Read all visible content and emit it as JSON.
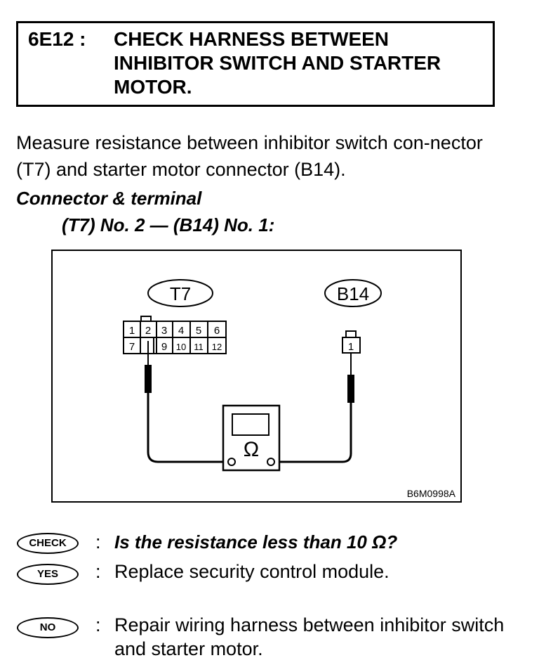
{
  "header": {
    "code": "6E12 :",
    "title": "CHECK HARNESS BETWEEN INHIBITOR SWITCH AND STARTER MOTOR."
  },
  "intro": "Measure resistance between inhibitor switch con-nector (T7) and starter motor connector (B14).",
  "connector": {
    "heading": "Connector & terminal",
    "terminals": "(T7) No. 2 — (B14) No. 1:"
  },
  "diagram": {
    "left_connector_label": "T7",
    "right_connector_label": "B14",
    "left_pins_row1": [
      "1",
      "2",
      "3",
      "4",
      "5",
      "6"
    ],
    "left_pins_row2": [
      "7",
      "",
      "9",
      "10",
      "11",
      "12"
    ],
    "right_pins": [
      "1"
    ],
    "meter_symbol": "Ω",
    "figure_code": "B6M0998A"
  },
  "steps": [
    {
      "badge": "CHECK",
      "colon": ":",
      "text": "Is the resistance less than 10 Ω?"
    },
    {
      "badge": "YES",
      "colon": ":",
      "text": "Replace security control module."
    },
    {
      "badge": "NO",
      "colon": ":",
      "text": "Repair wiring harness between inhibitor switch and starter motor."
    }
  ]
}
